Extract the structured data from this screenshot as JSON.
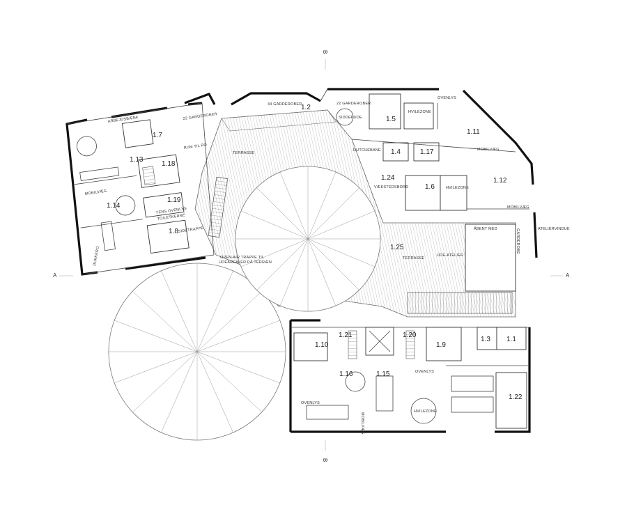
{
  "section_marks": {
    "top": "B",
    "bottom": "B",
    "left": "A",
    "right": "A"
  },
  "rooms": {
    "r_1_2": "1.2",
    "r_1_5": "1.5",
    "r_1_7": "1.7",
    "r_1_11": "1.11",
    "r_1_4": "1.4",
    "r_1_17": "1.17",
    "r_1_13": "1.13",
    "r_1_18_top": "1.18",
    "r_1_24": "1.24",
    "r_1_6": "1.6",
    "r_1_12": "1.12",
    "r_1_19": "1.19",
    "r_1_14": "1.14",
    "r_1_8": "1.8",
    "r_1_25": "1.25",
    "r_1_21": "1.21",
    "r_1_20": "1.20",
    "r_1_10": "1.10",
    "r_1_9": "1.9",
    "r_1_3": "1.3",
    "r_1_1": "1.1",
    "r_1_16": "1.16",
    "r_1_15": "1.15",
    "r_1_22": "1.22"
  },
  "labels": {
    "garderober_44": "44 GARDEROBER",
    "garderober_22_right": "22 GARDEROBER",
    "ovenlys_top": "OVENLYS",
    "arbejdsbaenk": "ARBEJDSBÆNK",
    "garderober_22_left": "22 GARDEROBER",
    "siddepude": "SIDDEPUDE",
    "hvilezone_top": "HVILEZONE",
    "rum_til_ro": "RUM TIL RO",
    "terrasse_top": "TERRASSE",
    "rutchebane": "RUTCHEBANE",
    "mobilvaeg_right": "MOBILVÆG",
    "vaekstedsbord": "VÆKSTEDSBORD",
    "hvilezone_mid": "HVILEZONE",
    "mobilvaeg_left": "MOBILVÆG",
    "mobilvaeg_right2": "MOBILVÆG",
    "yens_ovenlys": "YENS OVENLYS",
    "toiletkerne": "TOILETKERNE",
    "abent_med": "ÅBENT MED",
    "garderobe_vert": "GARDEROBE",
    "ateliervindue": "ATELIERVINDUE",
    "sidetrappe": "SIDETRAPPE",
    "dukkero": "DUKKERO",
    "open_air_1": "OPEN-AIR TRAPPE TIL",
    "open_air_2": "UDEAREALER PÅ TERRÆN",
    "terrasse_mid": "TERRASSE",
    "ude_atelier": "UDE-ATELIER",
    "ovenlys_bottom_right": "OVENLYS",
    "ovenlys_bottom_left": "OVENLYS",
    "hvilezone_bottom": "HVILEZONE",
    "mobilvaeg_bottom": "MOBILVÆG"
  }
}
